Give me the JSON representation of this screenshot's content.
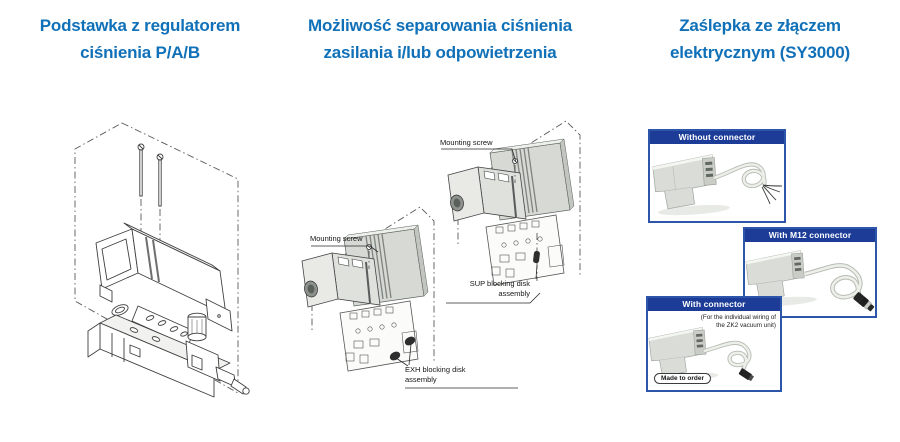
{
  "colors": {
    "accent_blue": "#1070b8",
    "box_border_blue": "#2d55aa",
    "box_header_navy": "#1c3c98",
    "drawing_line": "#3f3f3f"
  },
  "columns": [
    {
      "id": "regulator-base",
      "heading_line1": "Podstawka z regulatorem",
      "heading_line2": "ciśnienia P/A/B"
    },
    {
      "id": "pressure-separation",
      "heading_line1": "Możliwość separowania ciśnienia",
      "heading_line2": "zasilania i/lub odpowietrzenia",
      "labels": {
        "mounting_screw_top": "Mounting screw",
        "mounting_screw_bottom": "Mounting screw",
        "sup_line1": "SUP blocking disk",
        "sup_line2": "assembly",
        "exh_line1": "EXH blocking disk",
        "exh_line2": "assembly"
      }
    },
    {
      "id": "electrical-blanking-plate",
      "heading_line1": "Zaślepka ze złączem",
      "heading_line2": "elektrycznym (SY3000)",
      "boxes": [
        {
          "title": "Without connector"
        },
        {
          "title": "With M12 connector"
        },
        {
          "title": "With connector",
          "note_line1": "(For the individual wiring of",
          "note_line2": "the ZK2 vacuum unit)",
          "badge": "Made to order"
        }
      ]
    }
  ]
}
